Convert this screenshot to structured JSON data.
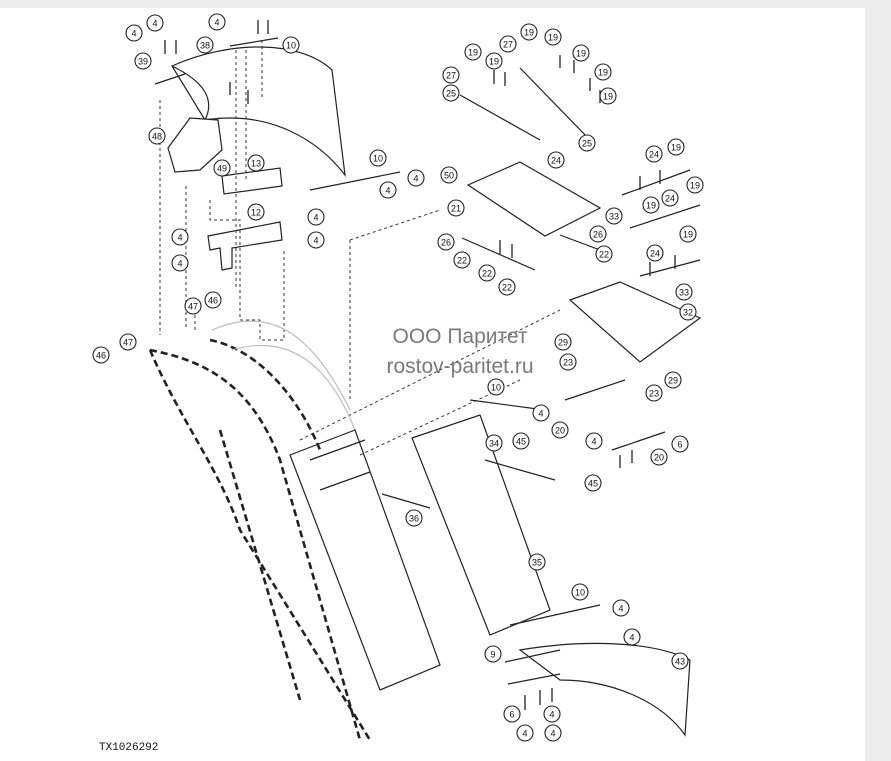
{
  "watermark": {
    "company": "ООО Паритет",
    "site": "rostov-paritet.ru"
  },
  "drawing_code": "TX1026292",
  "callouts": [
    {
      "id": "c1",
      "label": "4"
    },
    {
      "id": "c2",
      "label": "4"
    },
    {
      "id": "c3",
      "label": "39"
    },
    {
      "id": "c4",
      "label": "38"
    },
    {
      "id": "c5",
      "label": "4"
    },
    {
      "id": "c6",
      "label": "10"
    },
    {
      "id": "c7",
      "label": "48"
    },
    {
      "id": "c8",
      "label": "49"
    },
    {
      "id": "c9",
      "label": "13"
    },
    {
      "id": "c10",
      "label": "12"
    },
    {
      "id": "c11",
      "label": "4"
    },
    {
      "id": "c12",
      "label": "4"
    },
    {
      "id": "c13",
      "label": "4"
    },
    {
      "id": "c14",
      "label": "4"
    },
    {
      "id": "c15",
      "label": "10"
    },
    {
      "id": "c16",
      "label": "4"
    },
    {
      "id": "c17",
      "label": "4"
    },
    {
      "id": "c18",
      "label": "47"
    },
    {
      "id": "c19",
      "label": "46"
    },
    {
      "id": "c20",
      "label": "46"
    },
    {
      "id": "c21",
      "label": "47"
    },
    {
      "id": "c22",
      "label": "19"
    },
    {
      "id": "c23",
      "label": "27"
    },
    {
      "id": "c24",
      "label": "19"
    },
    {
      "id": "c25",
      "label": "19"
    },
    {
      "id": "c26",
      "label": "19"
    },
    {
      "id": "c27",
      "label": "27"
    },
    {
      "id": "c28",
      "label": "25"
    },
    {
      "id": "c29",
      "label": "19"
    },
    {
      "id": "c30",
      "label": "19"
    },
    {
      "id": "c31",
      "label": "19"
    },
    {
      "id": "c32",
      "label": "25"
    },
    {
      "id": "c33",
      "label": "50"
    },
    {
      "id": "c34",
      "label": "24"
    },
    {
      "id": "c35",
      "label": "21"
    },
    {
      "id": "c36",
      "label": "26"
    },
    {
      "id": "c37",
      "label": "22"
    },
    {
      "id": "c38",
      "label": "22"
    },
    {
      "id": "c39",
      "label": "22"
    },
    {
      "id": "c40",
      "label": "26"
    },
    {
      "id": "c41",
      "label": "22"
    },
    {
      "id": "c42",
      "label": "24"
    },
    {
      "id": "c43",
      "label": "19"
    },
    {
      "id": "c44",
      "label": "19"
    },
    {
      "id": "c45",
      "label": "33"
    },
    {
      "id": "c46",
      "label": "19"
    },
    {
      "id": "c47",
      "label": "24"
    },
    {
      "id": "c48",
      "label": "24"
    },
    {
      "id": "c49",
      "label": "19"
    },
    {
      "id": "c50",
      "label": "33"
    },
    {
      "id": "c51",
      "label": "32"
    },
    {
      "id": "c52",
      "label": "29"
    },
    {
      "id": "c53",
      "label": "23"
    },
    {
      "id": "c54",
      "label": "29"
    },
    {
      "id": "c55",
      "label": "23"
    },
    {
      "id": "c56",
      "label": "10"
    },
    {
      "id": "c57",
      "label": "4"
    },
    {
      "id": "c58",
      "label": "20"
    },
    {
      "id": "c59",
      "label": "4"
    },
    {
      "id": "c60",
      "label": "6"
    },
    {
      "id": "c61",
      "label": "20"
    },
    {
      "id": "c62",
      "label": "34"
    },
    {
      "id": "c63",
      "label": "45"
    },
    {
      "id": "c64",
      "label": "45"
    },
    {
      "id": "c65",
      "label": "36"
    },
    {
      "id": "c66",
      "label": "35"
    },
    {
      "id": "c67",
      "label": "10"
    },
    {
      "id": "c68",
      "label": "4"
    },
    {
      "id": "c69",
      "label": "4"
    },
    {
      "id": "c70",
      "label": "9"
    },
    {
      "id": "c71",
      "label": "43"
    },
    {
      "id": "c72",
      "label": "6"
    },
    {
      "id": "c73",
      "label": "4"
    },
    {
      "id": "c74",
      "label": "4"
    },
    {
      "id": "c75",
      "label": "4"
    }
  ]
}
